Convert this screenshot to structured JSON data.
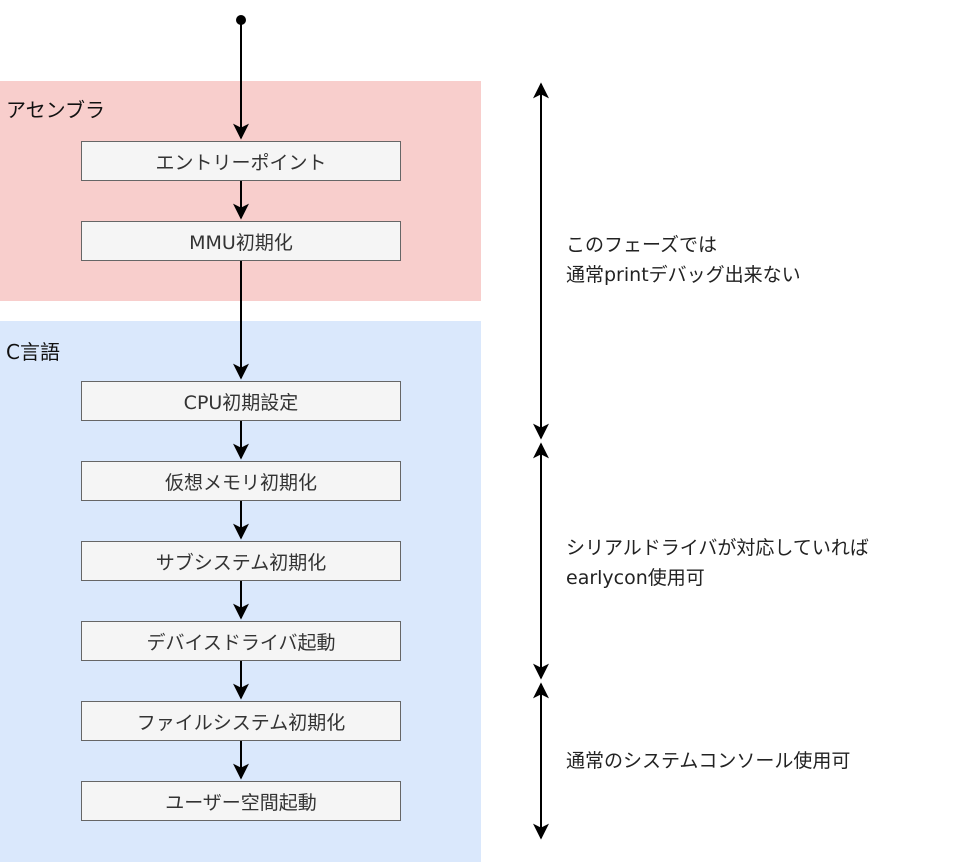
{
  "regions": {
    "assembler": {
      "label": "アセンブラ",
      "color": "#f8cecc"
    },
    "c_lang": {
      "label": "C言語",
      "color": "#dae8fc"
    }
  },
  "steps": [
    "エントリーポイント",
    "MMU初期化",
    "CPU初期設定",
    "仮想メモリ初期化",
    "サブシステム初期化",
    "デバイスドライバ起動",
    "ファイルシステム初期化",
    "ユーザー空間起動"
  ],
  "notes": {
    "phase1_line1": "このフェーズでは",
    "phase1_line2": "通常printデバッグ出来ない",
    "phase2_line1": "シリアルドライバが対応していれば",
    "phase2_line2": "earlycon使用可",
    "phase3_line1": "通常のシステムコンソール使用可"
  }
}
